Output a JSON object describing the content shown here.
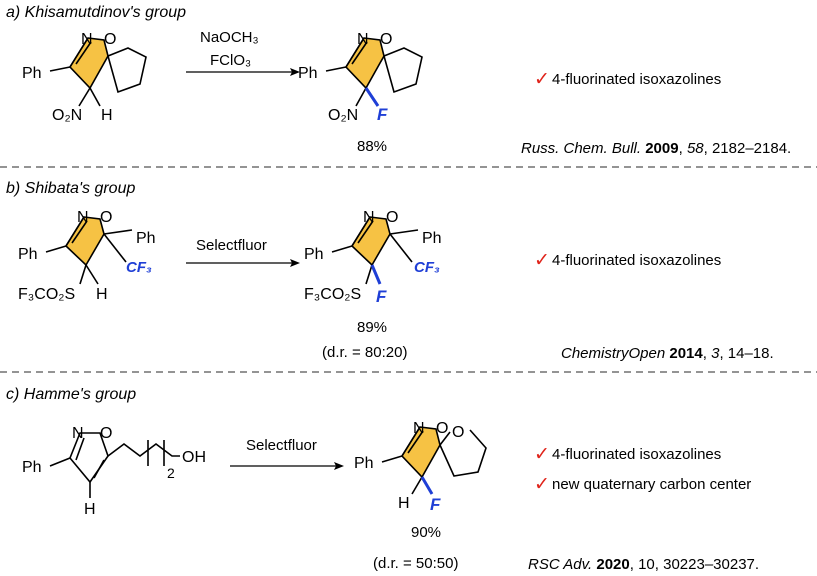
{
  "sections": [
    {
      "header": "a) Khisamutdinov's group",
      "conditions": [
        "NaOCH₃",
        "FClO₃"
      ],
      "reactant": {
        "ph": "Ph",
        "n": "N",
        "o": "O",
        "sub": "O₂N",
        "h": "H"
      },
      "product": {
        "ph": "Ph",
        "n": "N",
        "o": "O",
        "sub": "O₂N",
        "f": "F"
      },
      "yield": "88%",
      "features": [
        "4-fluorinated isoxazolines"
      ],
      "reference": {
        "journal": "Russ. Chem. Bull.",
        "year": "2009",
        "volume": "58",
        "pages": "2182–2184."
      }
    },
    {
      "header": "b) Shibata's group",
      "conditions": [
        "Selectfluor"
      ],
      "reactant": {
        "ph": "Ph",
        "ph2": "Ph",
        "n": "N",
        "o": "O",
        "sub": "F₃CO₂S",
        "h": "H",
        "cf3": "CF₃"
      },
      "product": {
        "ph": "Ph",
        "ph2": "Ph",
        "n": "N",
        "o": "O",
        "sub": "F₃CO₂S",
        "f": "F",
        "cf3": "CF₃"
      },
      "yield": "89%",
      "dr": "(d.r. = 80:20)",
      "features": [
        "4-fluorinated isoxazolines"
      ],
      "reference": {
        "journal": "ChemistryOpen",
        "year": "2014",
        "volume": "3",
        "pages": "14–18."
      }
    },
    {
      "header": "c) Hamme's group",
      "conditions": [
        "Selectfluor"
      ],
      "reactant": {
        "ph": "Ph",
        "n": "N",
        "o": "O",
        "h": "H",
        "oh": "OH",
        "n_sub": "2"
      },
      "product": {
        "ph": "Ph",
        "n": "N",
        "o": "O",
        "o_ring": "O",
        "h": "H",
        "f": "F"
      },
      "yield": "90%",
      "dr": "(d.r. = 50:50)",
      "features": [
        "4-fluorinated isoxazolines",
        "new quaternary carbon center"
      ],
      "reference": {
        "journal": "RSC Adv.",
        "year": "2020",
        "volume": "10",
        "pages": "30223–30237."
      }
    }
  ],
  "colors": {
    "ring_fill": "#f6c244",
    "fluorine": "#1f3fd6",
    "check": "#e0241b"
  },
  "check_icon": "check-mark-icon"
}
